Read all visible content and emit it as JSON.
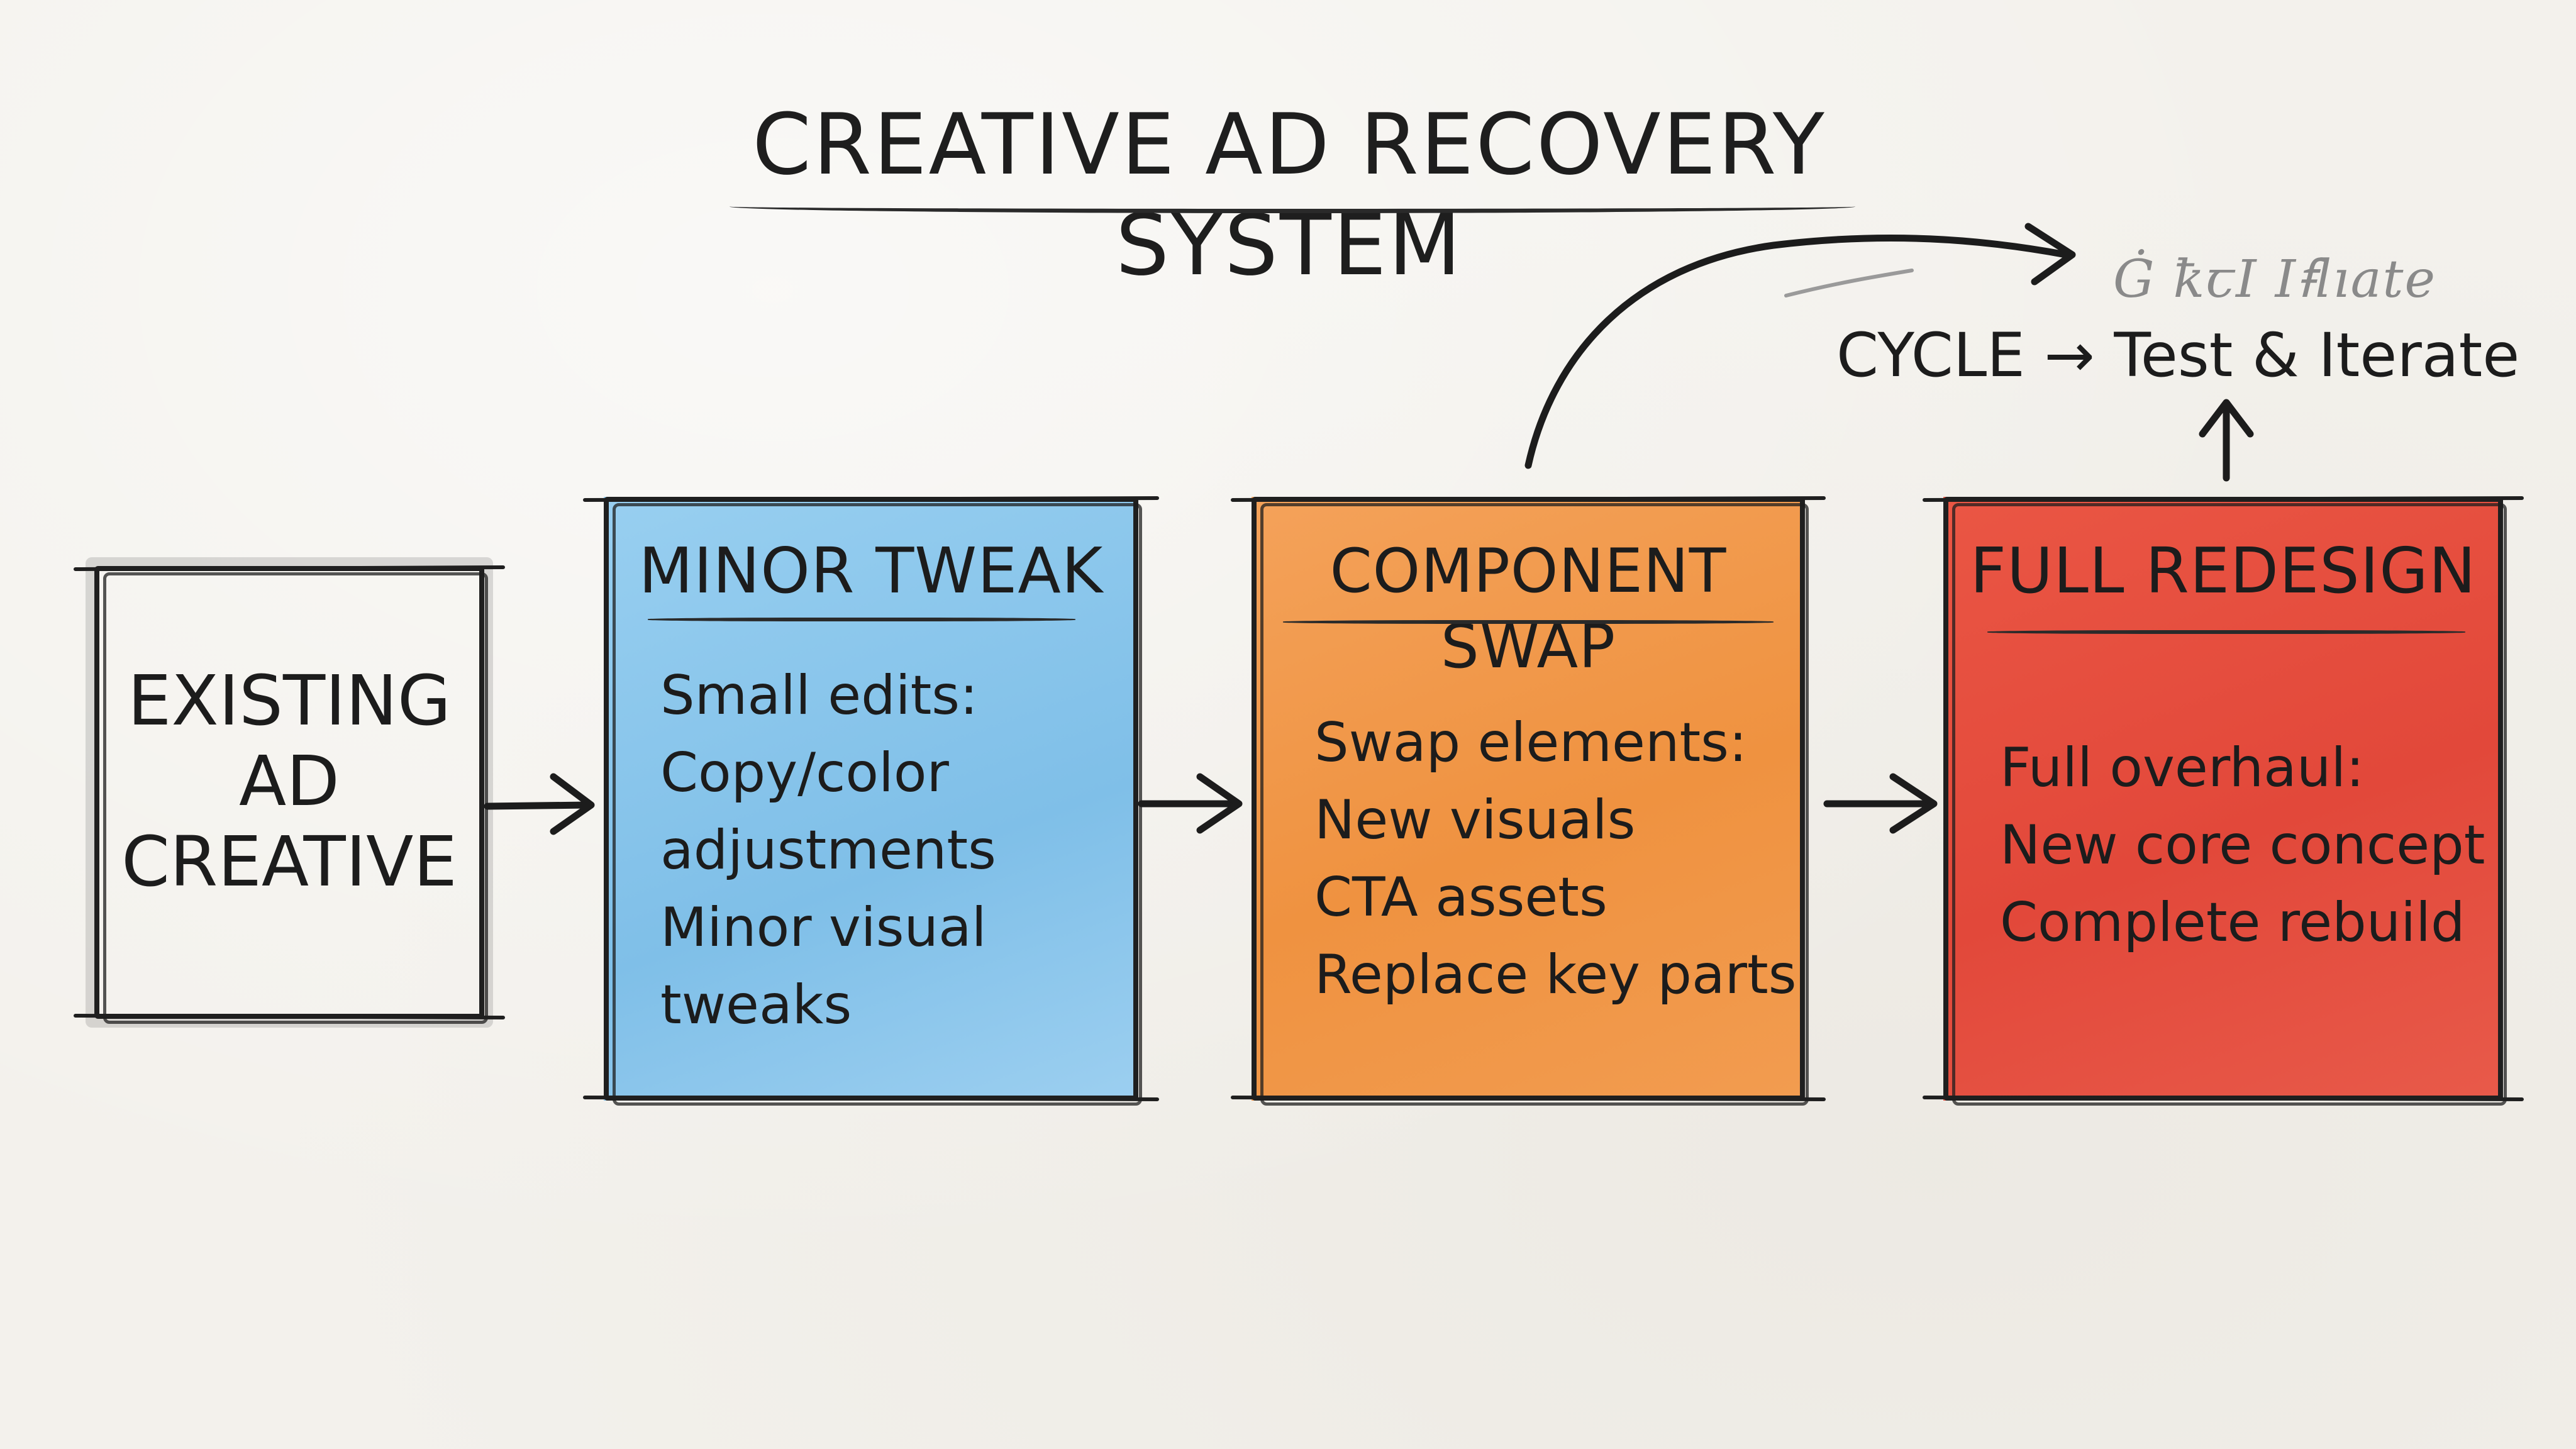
{
  "title": "CREATIVE AD RECOVERY SYSTEM",
  "existing": {
    "lines": [
      "EXISTING",
      "AD",
      "CREATIVE"
    ]
  },
  "minor": {
    "heading": "MINOR TWEAK",
    "lines": [
      "Small edits:",
      "Copy/color",
      "adjustments",
      "Minor visual",
      "tweaks"
    ],
    "color": "#8ec8ec"
  },
  "component": {
    "heading": "COMPONENT SWAP",
    "lines": [
      "Swap elements:",
      "New visuals",
      "CTA assets",
      "Replace key parts"
    ],
    "color": "#ef9240"
  },
  "full": {
    "heading": "FULL REDESIGN",
    "lines": [
      "Full overhaul:",
      "New core concept",
      "Complete rebuild"
    ],
    "color": "#e2483a"
  },
  "cycle": {
    "text": "CYCLE → Test & Iterate",
    "scribble": "Ġ ꝁꞇI Iꞙlıate"
  }
}
